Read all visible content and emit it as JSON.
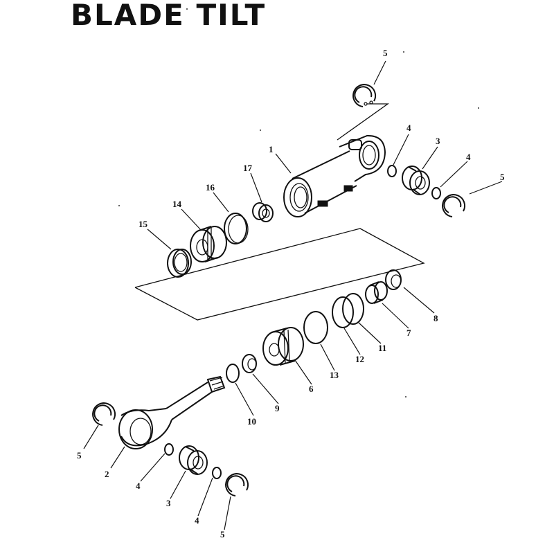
{
  "title": "BLADE TILT",
  "labels": {
    "p1": "1",
    "p2": "2",
    "p3a": "3",
    "p3b": "3",
    "p4a": "4",
    "p4b": "4",
    "p4c": "4",
    "p4d": "4",
    "p5a": "5",
    "p5b": "5",
    "p5c": "5",
    "p5d": "5",
    "p6": "6",
    "p7": "7",
    "p8": "8",
    "p9": "9",
    "p10": "10",
    "p11": "11",
    "p12": "12",
    "p13": "13",
    "p14": "14",
    "p15": "15",
    "p16": "16",
    "p17": "17"
  },
  "parts": [
    "cylinder-tube",
    "piston-rod",
    "spherical-bushing",
    "o-ring",
    "snap-ring",
    "piston",
    "bushing",
    "dust-seal",
    "u-packing",
    "backup-ring",
    "snap-ring",
    "backup-ring",
    "o-ring",
    "cylinder-head",
    "dust-seal",
    "o-ring",
    "nut"
  ]
}
